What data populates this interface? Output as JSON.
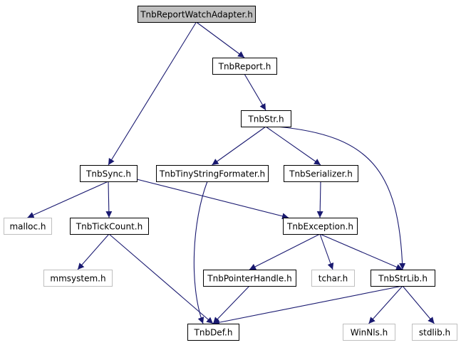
{
  "diagram": {
    "colors": {
      "edge": "#191970",
      "root_fill": "#bfbfbf",
      "external_border": "#bfbfbf",
      "node_border": "#000000"
    },
    "nodes": [
      {
        "id": "root",
        "label": "TnbReportWatchAdapter.h",
        "kind": "root"
      },
      {
        "id": "report",
        "label": "TnbReport.h",
        "kind": "normal"
      },
      {
        "id": "str",
        "label": "TnbStr.h",
        "kind": "normal"
      },
      {
        "id": "sync",
        "label": "TnbSync.h",
        "kind": "normal"
      },
      {
        "id": "tinyfmt",
        "label": "TnbTinyStringFormater.h",
        "kind": "normal"
      },
      {
        "id": "serializer",
        "label": "TnbSerializer.h",
        "kind": "normal"
      },
      {
        "id": "malloc",
        "label": "malloc.h",
        "kind": "external"
      },
      {
        "id": "tickcount",
        "label": "TnbTickCount.h",
        "kind": "normal"
      },
      {
        "id": "exception",
        "label": "TnbException.h",
        "kind": "normal"
      },
      {
        "id": "mmsystem",
        "label": "mmsystem.h",
        "kind": "external"
      },
      {
        "id": "pointerhandle",
        "label": "TnbPointerHandle.h",
        "kind": "normal"
      },
      {
        "id": "tchar",
        "label": "tchar.h",
        "kind": "external"
      },
      {
        "id": "strlib",
        "label": "TnbStrLib.h",
        "kind": "normal"
      },
      {
        "id": "def",
        "label": "TnbDef.h",
        "kind": "normal"
      },
      {
        "id": "winnls",
        "label": "WinNls.h",
        "kind": "external"
      },
      {
        "id": "stdlib",
        "label": "stdlib.h",
        "kind": "external"
      }
    ],
    "edges": [
      [
        "root",
        "report"
      ],
      [
        "root",
        "sync"
      ],
      [
        "report",
        "str"
      ],
      [
        "str",
        "tinyfmt"
      ],
      [
        "str",
        "serializer"
      ],
      [
        "str",
        "strlib"
      ],
      [
        "sync",
        "malloc"
      ],
      [
        "sync",
        "tickcount"
      ],
      [
        "sync",
        "exception"
      ],
      [
        "tinyfmt",
        "def"
      ],
      [
        "serializer",
        "exception"
      ],
      [
        "tickcount",
        "mmsystem"
      ],
      [
        "tickcount",
        "def"
      ],
      [
        "exception",
        "pointerhandle"
      ],
      [
        "exception",
        "tchar"
      ],
      [
        "exception",
        "strlib"
      ],
      [
        "pointerhandle",
        "def"
      ],
      [
        "strlib",
        "def"
      ],
      [
        "strlib",
        "winnls"
      ],
      [
        "strlib",
        "stdlib"
      ]
    ]
  }
}
